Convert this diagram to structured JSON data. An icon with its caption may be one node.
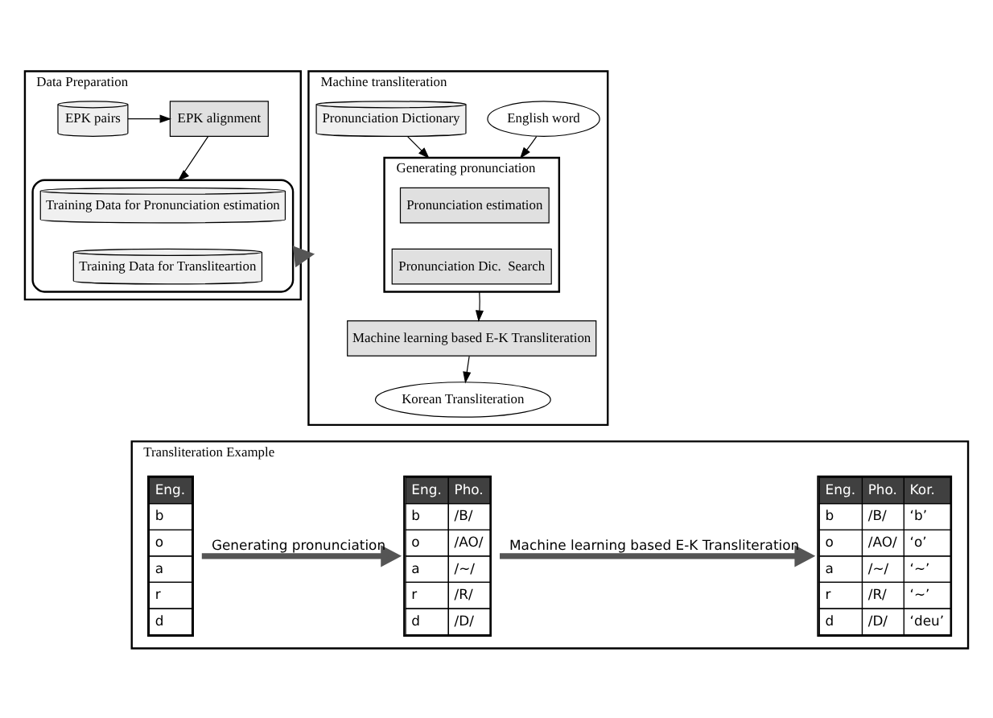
{
  "diagram": {
    "nodes": [
      {
        "text": [
          "Data Preparation"
        ]
      },
      {
        "text": [
          "EPK pairs"
        ],
        "in": 0
      },
      {
        "text": [
          "EPK alignment"
        ],
        "in": 0
      },
      {
        "text": [],
        "shape": "box",
        "in": 0
      },
      {
        "text": [
          "Training Data for Pronunciation estimation"
        ],
        "in": 3
      },
      {
        "text": [
          "Training Data for Transliteartion"
        ],
        "in": 3
      },
      {
        "text": [
          "Machine transliteration"
        ]
      },
      {
        "text": [
          "English word"
        ],
        "in": 6
      },
      {
        "text": [
          "Pronunciation Dictionary"
        ],
        "in": 6
      },
      {
        "text": [
          "Generating pronunciation"
        ],
        "in": 6
      },
      {
        "text": [
          "Pronunciation estimation"
        ],
        "in": 9
      },
      {
        "text": [
          "Pronunciation Dic.  Search"
        ],
        "in": 9
      },
      {
        "text": [
          "Machine learning based E-K Transliteration"
        ],
        "in": 6
      },
      {
        "text": [
          "Korean Transliteration"
        ],
        "in": 6
      },
      {
        "text": [
          "Transliteration Example"
        ]
      },
      {
        "text": [
          "Eng.",
          "b",
          "o",
          "a",
          "r",
          "d"
        ],
        "in": 14
      },
      {
        "text": [
          "Eng.",
          "Pho.",
          "b",
          "/B/",
          "o",
          "/AO/",
          "a",
          "/~/",
          "r",
          "/R/",
          "d",
          "/D/"
        ],
        "in": 14
      },
      {
        "text": [
          "Eng.",
          "Pho.",
          "Kor.",
          "b",
          "/B/",
          "‘b’",
          "o",
          "/AO/",
          "‘o’",
          "a",
          "/~/",
          "‘~’",
          "r",
          "/R/",
          "‘~’",
          "d",
          "/D/",
          "‘deu’"
        ],
        "in": 14
      }
    ],
    "edges": [
      {
        "from": 1,
        "to": 2,
        "arrow": "to"
      },
      {
        "from": 2,
        "to": 3,
        "arrow": "to"
      },
      {
        "from": 0,
        "to": 6,
        "arrow": "to",
        "style": "thick"
      },
      {
        "from": 7,
        "to": 9,
        "arrow": "to"
      },
      {
        "from": 8,
        "to": 9,
        "arrow": "to"
      },
      {
        "from": 9,
        "to": 12,
        "arrow": "to"
      },
      {
        "from": 12,
        "to": 13,
        "arrow": "to"
      },
      {
        "from": 15,
        "to": 16,
        "arrow": "to",
        "style": "thick",
        "label": "Generating pronunciation"
      },
      {
        "from": 16,
        "to": 17,
        "arrow": "to",
        "style": "thick",
        "label": "Machine learning based E-K Transliteration"
      }
    ]
  }
}
